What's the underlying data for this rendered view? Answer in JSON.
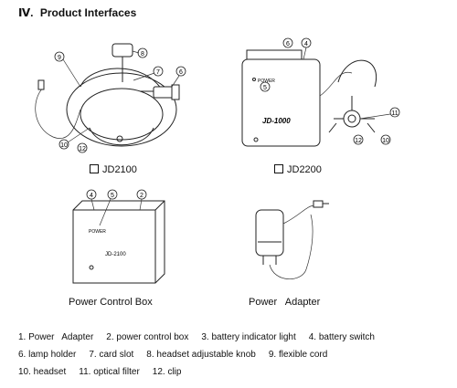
{
  "section": {
    "number": "Ⅳ.",
    "title": "Product Interfaces"
  },
  "figures": {
    "jd2100": {
      "caption": "JD2100",
      "callouts": [
        "9",
        "8",
        "7",
        "6",
        "10",
        "12"
      ]
    },
    "jd2200": {
      "caption": "JD2200",
      "callouts": [
        "6",
        "4",
        "5",
        "11",
        "12",
        "10"
      ],
      "device_label": "JD-1000",
      "power_text": "POWER"
    },
    "control_box": {
      "caption": "Power Control Box",
      "callouts": [
        "4",
        "5",
        "2"
      ],
      "device_label": "JD-2100",
      "power_text": "POWER"
    },
    "adapter": {
      "caption": "Power   Adapter"
    }
  },
  "legend": {
    "rows": [
      [
        "1. Power   Adapter",
        "2. power control box",
        "3. battery indicator light",
        "4. battery switch"
      ],
      [
        "6. lamp holder",
        "7. card slot",
        "8. headset adjustable knob",
        "9. flexible cord"
      ],
      [
        "10. headset",
        "11. optical filter",
        "12. clip"
      ]
    ]
  }
}
